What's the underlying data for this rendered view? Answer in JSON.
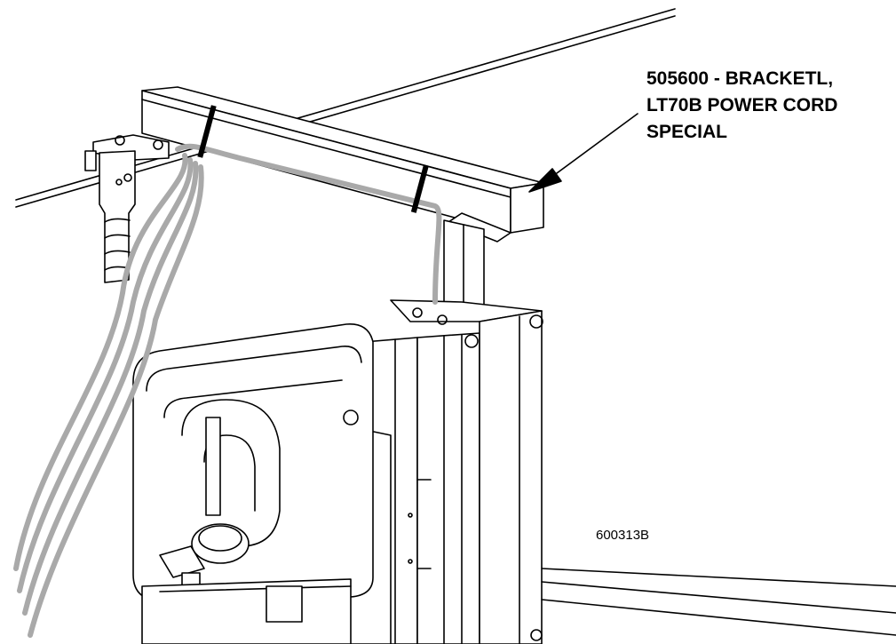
{
  "callout": {
    "lines": [
      "505600 - BRACKETL,",
      "LT70B POWER CORD",
      "SPECIAL"
    ]
  },
  "drawing_number": "600313B",
  "colors": {
    "line": "#000000",
    "cord": "#a9a9a9",
    "background": "#ffffff"
  },
  "icons": [
    "arrow-icon"
  ]
}
